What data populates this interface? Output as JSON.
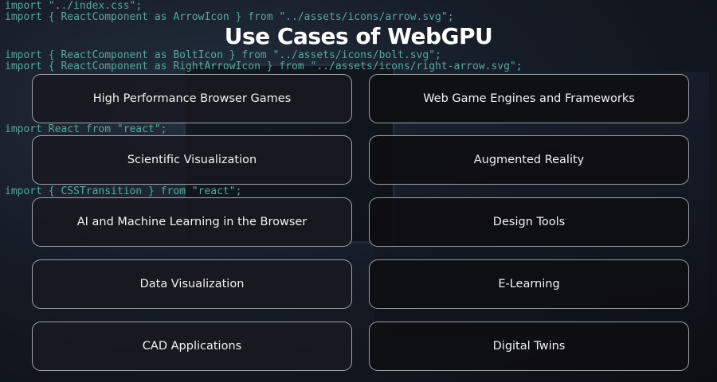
{
  "title": "Use Cases of WebGPU",
  "background_code": [
    "import \"../index.css\";",
    "import { ReactComponent as ArrowIcon } from \"../assets/icons/arrow.svg\";",
    "import { ReactComponent as BoltIcon } from \"../assets/icons/bolt.svg\";",
    "import { ReactComponent as RightArrowIcon } from \"../assets/icons/right-arrow.svg\";",
    "import React from \"react\";",
    "import { CSSTransition } from \"react\";"
  ],
  "use_cases": [
    "High Performance Browser Games",
    "Web Game Engines and Frameworks",
    "Scientific Visualization",
    "Augmented Reality",
    "AI and Machine Learning in the Browser",
    "Design Tools",
    "Data Visualization",
    "E-Learning",
    "CAD Applications",
    "Digital Twins"
  ]
}
